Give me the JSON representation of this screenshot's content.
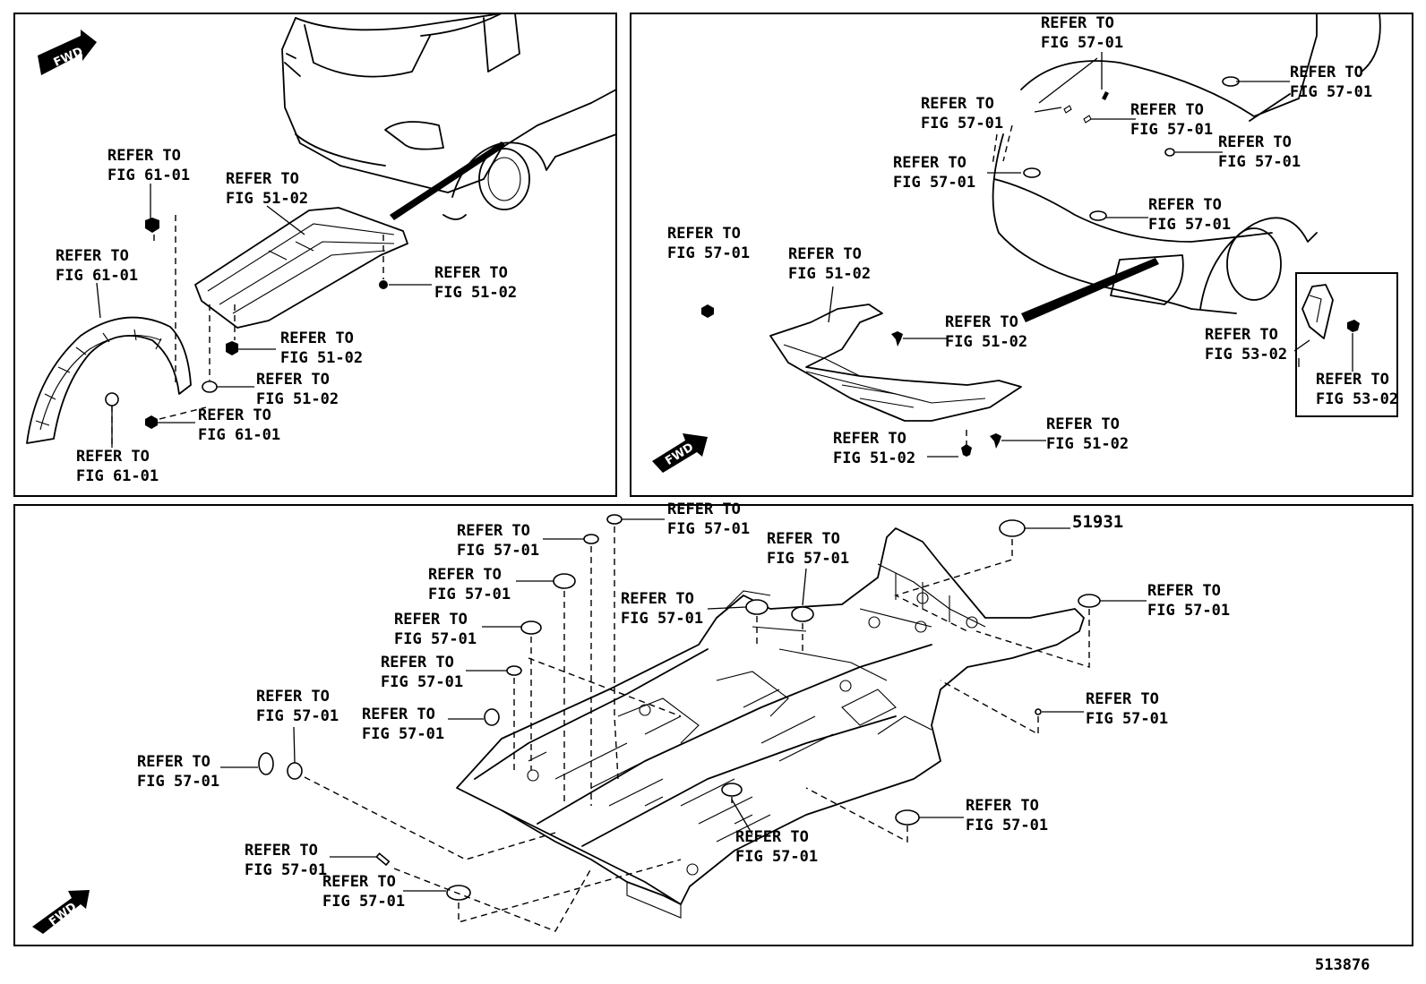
{
  "fwd_label": "FWD",
  "part_number": "51931",
  "diagram_id": "513876",
  "panel1_labels": [
    {
      "line1": "REFER TO",
      "line2": "FIG 61-01"
    },
    {
      "line1": "REFER TO",
      "line2": "FIG 51-02"
    },
    {
      "line1": "REFER TO",
      "line2": "FIG 61-01"
    },
    {
      "line1": "REFER TO",
      "line2": "FIG 51-02"
    },
    {
      "line1": "REFER TO",
      "line2": "FIG 51-02"
    },
    {
      "line1": "REFER TO",
      "line2": "FIG 51-02"
    },
    {
      "line1": "REFER TO",
      "line2": "FIG 61-01"
    },
    {
      "line1": "REFER TO",
      "line2": "FIG 61-01"
    }
  ],
  "panel2_labels": [
    {
      "line1": "REFER TO",
      "line2": "FIG 57-01"
    },
    {
      "line1": "REFER TO",
      "line2": "FIG 57-01"
    },
    {
      "line1": "REFER TO",
      "line2": "FIG 57-01"
    },
    {
      "line1": "REFER TO",
      "line2": "FIG 57-01"
    },
    {
      "line1": "REFER TO",
      "line2": "FIG 57-01"
    },
    {
      "line1": "REFER TO",
      "line2": "FIG 57-01"
    },
    {
      "line1": "REFER TO",
      "line2": "FIG 57-01"
    },
    {
      "line1": "REFER TO",
      "line2": "FIG 57-01"
    },
    {
      "line1": "REFER TO",
      "line2": "FIG 51-02"
    },
    {
      "line1": "REFER TO",
      "line2": "FIG 51-02"
    },
    {
      "line1": "REFER TO",
      "line2": "FIG 53-02"
    },
    {
      "line1": "REFER TO",
      "line2": "FIG 53-02"
    },
    {
      "line1": "REFER TO",
      "line2": "FIG 51-02"
    },
    {
      "line1": "REFER TO",
      "line2": "FIG 51-02"
    }
  ],
  "panel3_labels": [
    {
      "line1": "REFER TO",
      "line2": "FIG 57-01"
    },
    {
      "line1": "REFER TO",
      "line2": "FIG 57-01"
    },
    {
      "line1": "REFER TO",
      "line2": "FIG 57-01"
    },
    {
      "line1": "REFER TO",
      "line2": "FIG 57-01"
    },
    {
      "line1": "REFER TO",
      "line2": "FIG 57-01"
    },
    {
      "line1": "REFER TO",
      "line2": "FIG 57-01"
    },
    {
      "line1": "REFER TO",
      "line2": "FIG 57-01"
    },
    {
      "line1": "REFER TO",
      "line2": "FIG 57-01"
    },
    {
      "line1": "REFER TO",
      "line2": "FIG 57-01"
    },
    {
      "line1": "REFER TO",
      "line2": "FIG 57-01"
    },
    {
      "line1": "REFER TO",
      "line2": "FIG 57-01"
    },
    {
      "line1": "REFER TO",
      "line2": "FIG 57-01"
    },
    {
      "line1": "REFER TO",
      "line2": "FIG 57-01"
    },
    {
      "line1": "REFER TO",
      "line2": "FIG 57-01"
    },
    {
      "line1": "REFER TO",
      "line2": "FIG 57-01"
    },
    {
      "line1": "REFER TO",
      "line2": "FIG 57-01"
    }
  ]
}
